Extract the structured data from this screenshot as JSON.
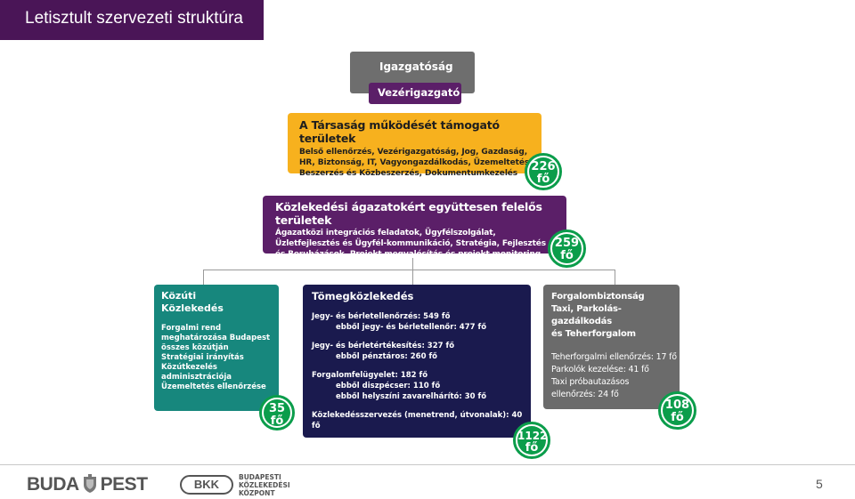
{
  "slide": {
    "title": "Letisztult szervezeti struktúra",
    "page_number": "5"
  },
  "org": {
    "igazgatosag": "Igazgatóság",
    "vezerigazgato": "Vezérigazgató",
    "support": {
      "heading": "A Társaság működését támogató területek",
      "lines": [
        "Belső ellenőrzés, Vezérigazgatóság, Jog, Gazdaság,",
        "HR, Biztonság, IT, Vagyongazdálkodás, Üzemeltetés,",
        "Beszerzés és Közbeszerzés, Dokumentumkezelés"
      ],
      "count": "226",
      "unit": "fő"
    },
    "joint": {
      "heading": "Közlekedési ágazatokért együttesen felelős területek",
      "lines": [
        "Ágazatközi integrációs feladatok, Ügyfélszolgálat,",
        "Üzletfejlesztés és Ügyfél-kommunikáció, Stratégia, Fejlesztés",
        "és Beruházások, Projekt megvalósítás és projekt monitoring"
      ],
      "count": "259",
      "unit": "fő"
    },
    "kozuti": {
      "heading_1": "Közúti",
      "heading_2": "Közlekedés",
      "lines": [
        "Forgalmi rend",
        "meghatározása Budapest",
        "összes közútján",
        "Stratégiai irányítás",
        "Közútkezelés",
        "adminisztrációja",
        "Üzemeltetés ellenőrzése"
      ],
      "count": "35",
      "unit": "fő"
    },
    "tomeg": {
      "heading": "Tömegközlekedés",
      "line_1": "Jegy- és bérletellenőrzés: 549 fő",
      "line_2": "ebből jegy- és bérletellenőr: 477 fő",
      "line_3": "Jegy- és bérletértékesítés: 327 fő",
      "line_4": "ebből pénztáros: 260 fő",
      "line_5": "Forgalomfelügyelet: 182 fő",
      "line_6": "ebből diszpécser: 110 fő",
      "line_7": "ebből helyszíni zavarelhárító: 30 fő",
      "line_8": "Közlekedésszervezés (menetrend, útvonalak): 40 fő",
      "count": "1122",
      "unit": "fő"
    },
    "forgalom": {
      "heading_1": "Forgalombiztonság",
      "heading_2": "Taxi, Parkolás-gazdálkodás",
      "heading_3": "és Teherforgalom",
      "line_1": "Teherforgalmi ellenőrzés: 17 fő",
      "line_2": "Parkolók kezelése: 41 fő",
      "line_3": "Taxi próbautazásos",
      "line_4": "ellenőrzés: 24 fő",
      "count": "108",
      "unit": "fő"
    }
  },
  "footer": {
    "logo_budapest_left": "BUDA",
    "logo_budapest_right": "PEST",
    "logo_bkk": "BKK",
    "bkk_line_1": "BUDAPESTI",
    "bkk_line_2": "KÖZLEKEDÉSI",
    "bkk_line_3": "KÖZPONT"
  },
  "colors": {
    "title_bar": "#4a1557",
    "support": "#f7b11e",
    "joint": "#5b1f68",
    "kozuti": "#17877d",
    "tomeg": "#1a1a4e",
    "forgalom": "#6b6b6b",
    "badge": "#0b9d4b"
  }
}
